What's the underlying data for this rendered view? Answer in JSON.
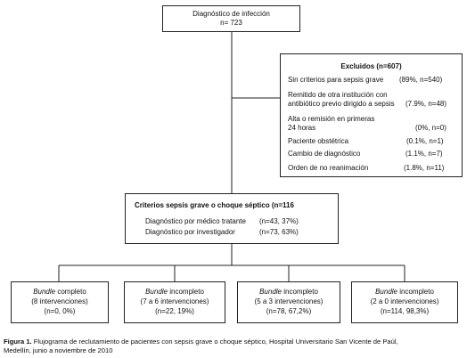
{
  "top": {
    "title": "Diagnóstico de infección",
    "n": "n= 723"
  },
  "excluded": {
    "title": "Excluidos (n=607)",
    "items": [
      {
        "label": "Sin criterios para sepsis grave",
        "value": "(89%, n=540)"
      },
      {
        "label1": "Remitido de otra institución con",
        "label2": "antibiótico previo dirigido a sepsis",
        "value": "(7.9%, n=48)"
      },
      {
        "label1": "Alta o remisión en primeras",
        "label2": "24 horas",
        "value": "(0%, n=0)"
      },
      {
        "label": "Paciente obstétrica",
        "value": "(0.1%, n=1)"
      },
      {
        "label": "Cambio de diagnóstico",
        "value": "(1.1%, n=7)"
      },
      {
        "label": "Orden de no reanimación",
        "value": "(1.8%, n=11)"
      }
    ]
  },
  "criteria": {
    "title": "Criterios sepsis grave o choque séptico (n=116",
    "row1_label": "Diagnóstico por médico tratante",
    "row1_value": "(n=43, 37%)",
    "row2_label": "Diagnóstico por investigador",
    "row2_value": "(n=73, 63%)"
  },
  "bundles": [
    {
      "word": "Bundle",
      "status": "completo",
      "count": "(8 intervenciones)",
      "n": "(n=0, 0%)"
    },
    {
      "word": "Bundle",
      "status": "incompleto",
      "count": "(7 a 6 intervenciones)",
      "n": "(n=22, 19%)"
    },
    {
      "word": "Bundle",
      "status": "incompleto",
      "count": "(5 a 3 intervenciones)",
      "n": "(n=78, 67,2%)"
    },
    {
      "word": "Bundle",
      "status": "incompleto",
      "count": "(2 a 0 intervenciones)",
      "n": "(n=114, 98,3%)"
    }
  ],
  "caption": {
    "label": "Figura 1.",
    "line1": "Flujograma de reclutamiento de pacientes con sepsis grave o choque séptico, Hospital Universitario San Vicente de Paúl,",
    "line2": "Medellín, junio a noviembre de 2010"
  }
}
